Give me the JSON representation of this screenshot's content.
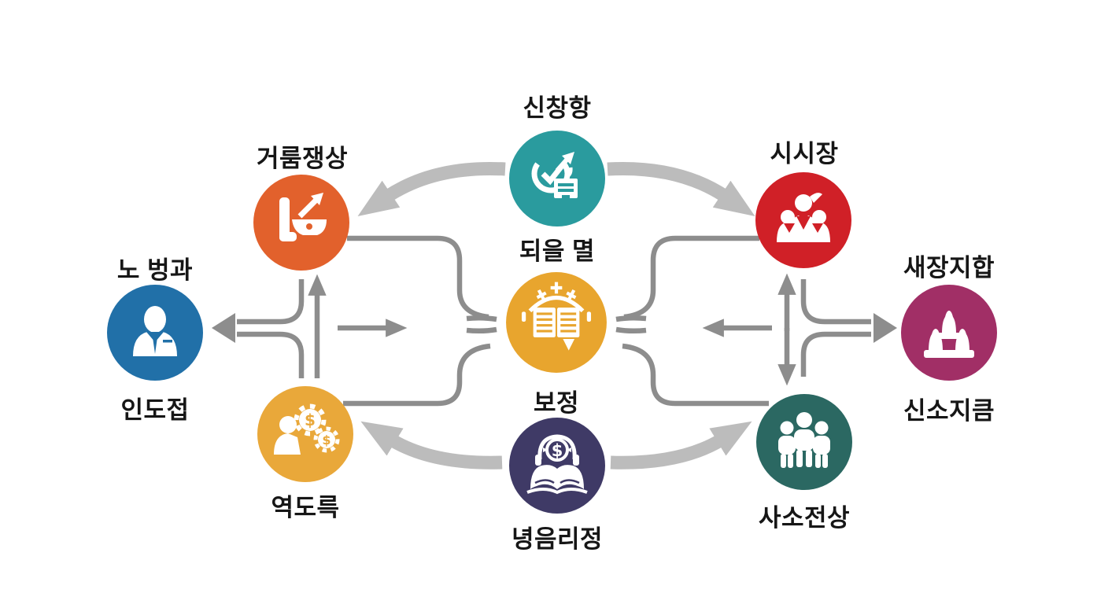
{
  "diagram": {
    "background": "#ffffff",
    "connector_colors": {
      "thick_arrow": "#bcbcbc",
      "thin_line": "#8d8d8d"
    },
    "nodes": [
      {
        "id": "top-center",
        "label_top": "신창항",
        "label_bottom": "되을 멸",
        "color": "#2a9b9e",
        "icon": "ballot-check-icon"
      },
      {
        "id": "top-left",
        "label_top": "거룸쟁상",
        "label_bottom": "",
        "color": "#e2612c",
        "icon": "chart-growth-icon"
      },
      {
        "id": "top-right",
        "label_top": "시시장",
        "label_bottom": "",
        "color": "#d02027",
        "icon": "people-group-icon"
      },
      {
        "id": "left",
        "label_top": "노 벙과",
        "label_bottom": "인도접",
        "color": "#2170a8",
        "icon": "businessman-icon"
      },
      {
        "id": "center",
        "label_top": "",
        "label_bottom": "보정",
        "color": "#e8a52e",
        "icon": "open-book-icon"
      },
      {
        "id": "right",
        "label_top": "새장지합",
        "label_bottom": "신소지큼",
        "color": "#a12f66",
        "icon": "monument-icon"
      },
      {
        "id": "bottom-left",
        "label_top": "",
        "label_bottom": "역도륵",
        "color": "#e9a83a",
        "icon": "person-gears-icon"
      },
      {
        "id": "bottom-center",
        "label_top": "",
        "label_bottom": "녕음리정",
        "color": "#3f3a66",
        "icon": "book-dollar-icon"
      },
      {
        "id": "bottom-right",
        "label_top": "",
        "label_bottom": "사소전상",
        "color": "#2b6862",
        "icon": "three-people-icon"
      }
    ],
    "edges": [
      {
        "from": "top-center",
        "to": "top-left",
        "style": "thick-arc"
      },
      {
        "from": "top-center",
        "to": "top-right",
        "style": "thick-arc"
      },
      {
        "from": "bottom-center",
        "to": "bottom-left",
        "style": "thick-arc"
      },
      {
        "from": "bottom-center",
        "to": "bottom-right",
        "style": "thick-arc"
      },
      {
        "from": "bottom-left",
        "to": "top-left",
        "style": "thin-arrow-up"
      },
      {
        "from": "junction-left",
        "to": "left",
        "style": "thin-arrow"
      },
      {
        "from": "junction-left",
        "to": "center",
        "style": "thin-arrow"
      },
      {
        "from": "top-right",
        "to": "bottom-right",
        "style": "thin-double-arrow"
      },
      {
        "from": "junction-right",
        "to": "right",
        "style": "thin-arrow"
      },
      {
        "from": "junction-right",
        "to": "center",
        "style": "thin-arrow"
      },
      {
        "from": "top-left",
        "to": "center",
        "style": "thin-elbow"
      },
      {
        "from": "bottom-left",
        "to": "center",
        "style": "thin-elbow"
      },
      {
        "from": "top-right",
        "to": "center",
        "style": "thin-elbow"
      },
      {
        "from": "bottom-right",
        "to": "center",
        "style": "thin-elbow"
      }
    ]
  }
}
